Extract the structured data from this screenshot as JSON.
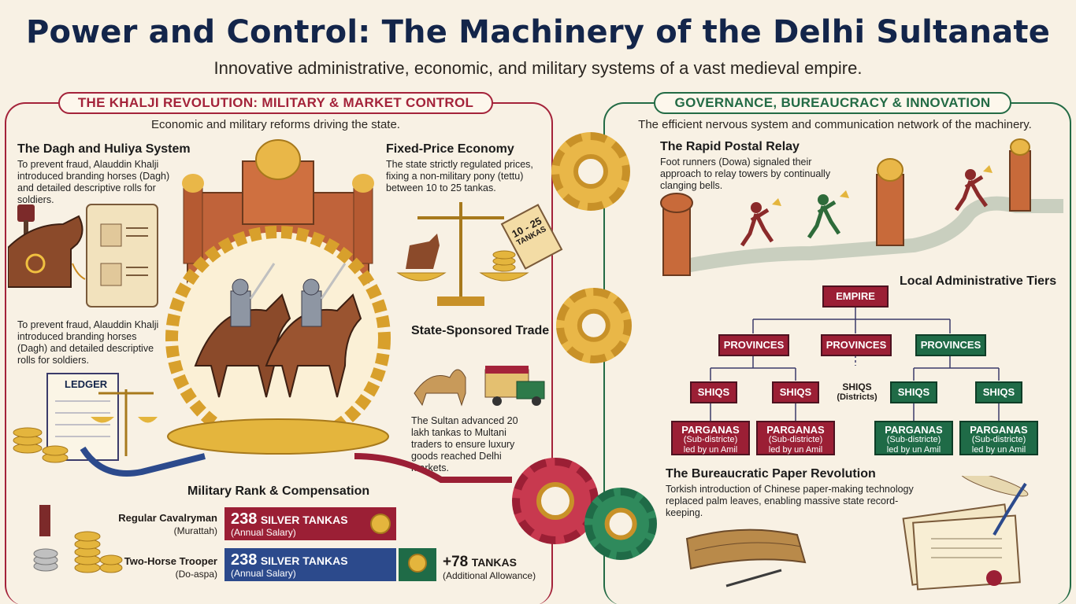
{
  "header": {
    "title": "Power and Control: The Machinery of the Delhi Sultanate",
    "subtitle": "Innovative administrative, economic, and military systems of a vast medieval empire."
  },
  "left": {
    "badge": "THE KHALJI REVOLUTION: MILITARY & MARKET CONTROL",
    "intro": "Economic and military reforms driving the state.",
    "dagh": {
      "title": "The Dagh and Huliya System",
      "text": "To prevent fraud, Alauddin Khalji introduced branding horses (Dagh) and detailed descriptive rolls for soldiers.",
      "text_repeat": "To prevent fraud, Alauddin Khalji introduced branding horses (Dagh) and detailed descriptive rolls for soldiers.",
      "ledger_label": "LEDGER"
    },
    "fixed_price": {
      "title": "Fixed-Price Economy",
      "text": "The state strictly regulated prices, fixing a non-military pony (tettu) between 10 to 25 tankas.",
      "tag_top": "10 - 25",
      "tag_bottom": "TANKAS"
    },
    "trade": {
      "title": "State-Sponsored Trade",
      "text": "The Sultan advanced 20 lakh tankas to Multani traders to ensure luxury goods reached Delhi markets."
    },
    "military": {
      "title": "Military Rank & Compensation",
      "rows": [
        {
          "rank": "Regular Cavalryman",
          "sub": "(Murattah)",
          "amount": "238",
          "unit": "SILVER TANKAS",
          "note": "(Annual Salary)",
          "color": "#9b1f35"
        },
        {
          "rank": "Two-Horse Trooper",
          "sub": "(Do-aspa)",
          "amount": "238",
          "unit": "SILVER TANKAS",
          "note": "(Annual Salary)",
          "color": "#2c4a8c"
        }
      ],
      "bonus": {
        "amount": "+78",
        "unit": "TANKAS",
        "note": "(Additional Allowance)"
      }
    }
  },
  "right": {
    "badge": "GOVERNANCE, BUREAUCRACY & INNOVATION",
    "intro": "The efficient nervous system and communication network of the machinery.",
    "postal": {
      "title": "The Rapid Postal Relay",
      "text": "Foot runners (Dowa) signaled their approach to relay towers by continually clanging bells."
    },
    "admin": {
      "title": "Local Administrative Tiers",
      "empire": "EMPIRE",
      "provinces": [
        "PROVINCES",
        "PROVINCES",
        "PROVINCES"
      ],
      "shiqs": [
        "SHIQS",
        "SHIQS",
        "SHIQS",
        "SHIQS"
      ],
      "shiqs_note_title": "SHIQS",
      "shiqs_note_sub": "(Districts)",
      "parganas": [
        {
          "title": "PARGANAS",
          "sub": "(Sub-districte)",
          "led": "led by un Amil"
        },
        {
          "title": "PARGANAS",
          "sub": "(Sub-districte)",
          "led": "led by un Amil"
        },
        {
          "title": "PARGANAS",
          "sub": "(Sub-districte)",
          "led": "led by un Amil"
        },
        {
          "title": "PARGANAS",
          "sub": "(Sub-districte)",
          "led": "led by un Amil"
        }
      ]
    },
    "paper": {
      "title": "The Bureaucratic Paper Revolution",
      "text": "Torkish introduction of Chinese paper-making technology replaced palm leaves, enabling massive state record-keeping."
    }
  },
  "colors": {
    "crimson": "#9b1f35",
    "green": "#1f6b47",
    "navy": "#13254a",
    "gold": "#e4b53d",
    "background": "#f8f1e4"
  }
}
